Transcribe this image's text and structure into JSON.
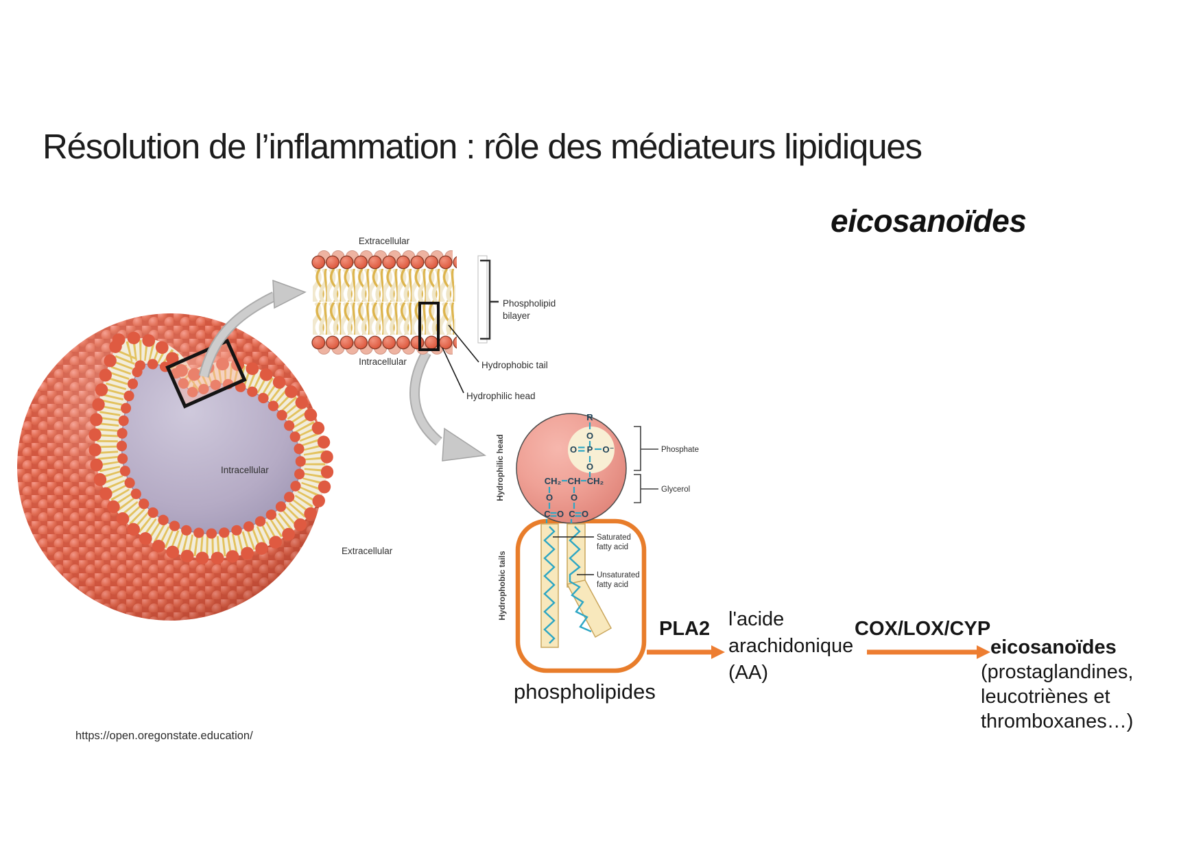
{
  "slide": {
    "title": "Résolution de l’inflammation : rôle des médiateurs lipidiques",
    "keyword": "eicosanoïdes",
    "source_url": "https://open.oregonstate.education/"
  },
  "liposome": {
    "intracellular_label": "Intracellular",
    "extracellular_label": "Extracellular"
  },
  "bilayer": {
    "extracellular_label": "Extracellular",
    "intracellular_label": "Intracellular",
    "bracket_label_line1": "Phospholipid",
    "bracket_label_line2": "bilayer",
    "hydrophobic_tail_label": "Hydrophobic tail",
    "hydrophilic_head_label": "Hydrophilic head"
  },
  "molecule": {
    "hydrophilic_head_label": "Hydrophilic head",
    "hydrophobic_tails_label": "Hydrophobic tails",
    "phosphate_label": "Phosphate",
    "glycerol_label": "Glycerol",
    "saturated_label_line1": "Saturated",
    "saturated_label_line2": "fatty acid",
    "unsaturated_label_line1": "Unsaturated",
    "unsaturated_label_line2": "fatty acid",
    "atoms": {
      "r": "R",
      "o": "O",
      "o_minus": "O⁻",
      "p": "P",
      "ch2": "CH₂",
      "ch": "CH",
      "c": "C"
    }
  },
  "pathway": {
    "phospholipids_label": "phospholipides",
    "enzyme_1": "PLA2",
    "intermediate_line1": "l'acide",
    "intermediate_line2": "arachidonique",
    "intermediate_line3": "(AA)",
    "enzyme_2": "COX/LOX/CYP",
    "product_name": "eicosanoïdes",
    "product_detail_line1": "(prostaglandines,",
    "product_detail_line2": "leucotriènes et",
    "product_detail_line3": "thromboxanes…)"
  },
  "colors": {
    "accent_orange": "#ED7D31",
    "membrane_red": "#DC5B41",
    "tail_yellow": "#DDB44C",
    "bond_teal": "#2CA6C4",
    "intracellular_lavender": "#B7AEC6"
  }
}
